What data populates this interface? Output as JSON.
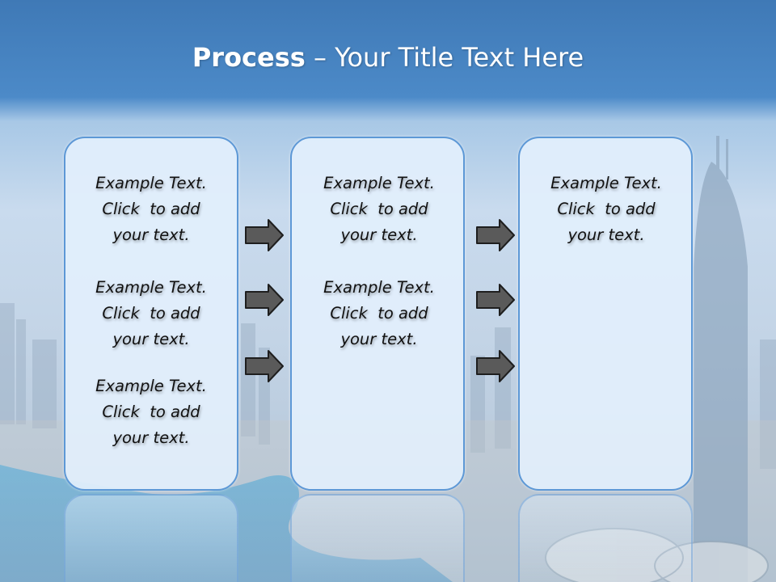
{
  "slide": {
    "title_bold": "Process",
    "title_rest": " – Your Title Text Here",
    "columns": [
      {
        "blocks": [
          {
            "line1": "Example Text.",
            "line2": "Click  to add",
            "line3": "your text."
          },
          {
            "line1": "Example Text.",
            "line2": "Click  to add",
            "line3": "your text."
          },
          {
            "line1": "Example Text.",
            "line2": "Click  to add",
            "line3": "your text."
          }
        ]
      },
      {
        "blocks": [
          {
            "line1": "Example Text.",
            "line2": "Click  to add",
            "line3": "your text."
          },
          {
            "line1": "Example Text.",
            "line2": "Click  to add",
            "line3": "your text."
          }
        ]
      },
      {
        "blocks": [
          {
            "line1": "Example Text.",
            "line2": "Click  to add",
            "line3": "your text."
          }
        ]
      }
    ],
    "colors": {
      "box_border": "#5d98d6",
      "box_fill": "#e2effc",
      "arrow_fill": "#5a5a5a",
      "header_blue": "#4c8ac8"
    },
    "icons": [
      "right-arrow-icon"
    ]
  }
}
